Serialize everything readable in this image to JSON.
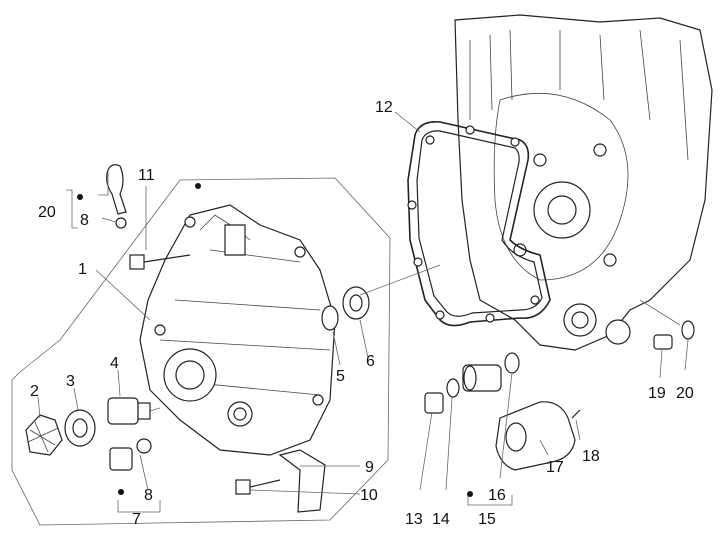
{
  "diagram": {
    "callouts": {
      "c1": "1",
      "c2": "2",
      "c3": "3",
      "c4": "4",
      "c5": "5",
      "c6": "6",
      "c7": "7",
      "c8a": "8",
      "c8b": "8",
      "c9": "9",
      "c10": "10",
      "c11": "11",
      "c12": "12",
      "c13": "13",
      "c14": "14",
      "c15": "15",
      "c16": "16",
      "c17": "17",
      "c18": "18",
      "c19": "19",
      "c20a": "20",
      "c20b": "20"
    }
  }
}
